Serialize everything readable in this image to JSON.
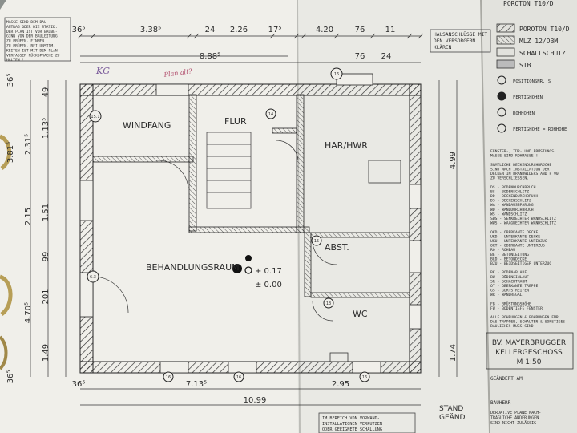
{
  "notes": {
    "top_left": [
      "MASSE SIND DEM BAU-",
      "ANTRAG ODER DIE STATIK.",
      "DER PLAN IST VOR BAUBE-",
      "GINN VON DER BAULEITUNG",
      "ZU PRÜFEN, EINMEN",
      "ZU PRÜFEN, BEI UNSTIM-",
      "KEITEN IST MIT DEM PLAN-",
      "VERFASSER RÜCKSPRACHE ZU",
      "HALTEN !"
    ],
    "haus": [
      "HAUSANSCHLÜSSE MIT",
      "DEN VERSORGERN",
      "KLÄREN"
    ],
    "vorwand": [
      "IM BEREICH VON VORWAND-",
      "INSTALLATIONEN VERPUTZEN",
      "ODER GEEIGNETE SCHÄLLUNG"
    ]
  },
  "annotations": {
    "kg": "KG",
    "handwritten": "Plan alt?"
  },
  "rooms": {
    "windfang": "WINDFANG",
    "flur": "FLUR",
    "har": "HAR/HWR",
    "behand": "BEHANDLUNGSRAUM",
    "abst": "ABST.",
    "wc": "WC"
  },
  "levels": {
    "plus": "+ 0.17",
    "zero": "± 0.00"
  },
  "dims_top": [
    "36⁵",
    "3.38⁵",
    "24",
    "2.26",
    "17⁵",
    "4.20",
    "8.88⁵",
    "76",
    "11",
    "76",
    "24"
  ],
  "dims_bottom": [
    "36⁵",
    "7.13⁵",
    "2.95",
    "10.99"
  ],
  "dims_left": [
    "36⁵",
    "49",
    "1.13⁵",
    "2.31⁵",
    "3.81⁵",
    "1.51",
    "2.15",
    "99",
    "201",
    "4.70⁵",
    "1.49",
    "36⁵"
  ],
  "dims_right": [
    "4.99",
    "1.74"
  ],
  "legend": {
    "items": [
      "POROTON T10/D",
      "MLZ 12/DBM",
      "SCHALLSCHUTZ",
      "STB"
    ],
    "symbols": [
      "POSITIONSNR. S",
      "FERTIGHÖHEN",
      "ROHHÖHEN",
      "FERTIGHÖHE = ROHHÖHE"
    ],
    "text": [
      "FENSTER-, TÜR- UND BRÜSTUNGS-",
      "MASSE SIND ROHMASSE !",
      "",
      "SÄMTLICHE DECKENDURCHBRÜCHE",
      "SIND NACH INSTALLATION DER",
      "DECKEN IM BRANDWIDERSTAND F 90",
      "ZU VERSCHLIESSEN.",
      "",
      "DS - BODENDURCHBRUCH",
      "BS - BODENSCHLITZ",
      "DD - DECKENDURCHBRUCH",
      "DS - DECKENSCHLITZ",
      "WA - WANDAUSSPARUNG",
      "WD - WANDDURCHBRUCH",
      "WS - WANDSCHLITZ",
      "SWS - SENKRECHTER WANDSCHLITZ",
      "WWS - WAAGRECHTER WANDSCHLITZ",
      "",
      "OKD - OBERKANTE DECKE",
      "UKD - UNTERKANTE DECKE",
      "UKU - UNTERKANTE UNTERZUG",
      "OKT - OBERKANTE UNTERZUG",
      "RO - ROHBAU",
      "BE - BETONLEITUNG",
      "BLD - BETONDECKE",
      "BZU - BEIDSEITIGER UNTERZUG",
      "",
      "BK - BODENABLAUF",
      "BW - BÖDENEINLAUF",
      "SR - SCHACHTRAUM",
      "OT - OBERKANTE TREPPE",
      "GS - GURTSTREIFEN",
      "WR - WANDREGAL",
      "",
      "FB - BRÜSTUNGSHÖHE",
      "FW - BODENTIEFE FENSTER"
    ],
    "note": [
      "ALLE BOHRUNGEN & BOHRUNGEN FÜR",
      "DAS TRAPPEN, SCHALTEN & SONSTIGES",
      "BAULICHES MUSS SIND"
    ],
    "project": [
      "BV. MAYERBRUGGER",
      "KELLERGESCHOSS",
      "M 1:50"
    ],
    "geaendert": "GEÄNDERT AM",
    "bauherr": "BAUHERR",
    "stamp": [
      "DERDATIVE PLANE NACH-",
      "TRÄGLICHE ÄNDERUNGEN",
      "SIND NICHT ZULÄSSIG"
    ]
  },
  "stand": [
    "STAND",
    "GEÄND"
  ],
  "poroton_top": "POROTON T10/D",
  "positions": [
    "15.1",
    "16",
    "14",
    "15",
    "13",
    "6.3",
    "16",
    "16",
    "16"
  ]
}
